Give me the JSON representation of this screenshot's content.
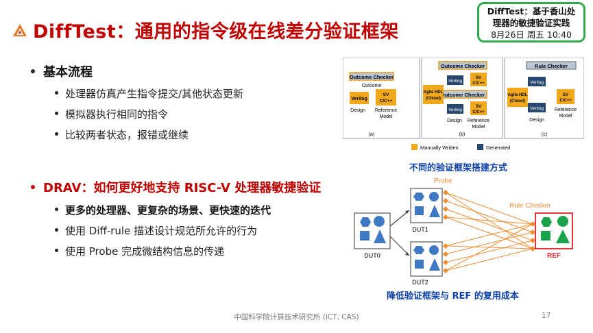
{
  "slide": {
    "title": "DiffTest：通用的指令级在线差分验证框架",
    "badge": {
      "line1": "DiffTest：基于香山处",
      "line2": "理器的敏捷验证实践",
      "date": "8月26日 周五 10:40"
    },
    "section1": {
      "heading": "基本流程",
      "items": [
        "处理器仿真产生指令提交/其他状态更新",
        "模拟器执行相同的指令",
        "比较两者状态，报错或继续"
      ]
    },
    "section2": {
      "heading": "DRAV：如何更好地支持 RISC-V 处理器敏捷验证",
      "items": [
        "更多的处理器、更复杂的场景、更快速的迭代",
        "使用 Diff-rule 描述设计规范所允许的行为",
        "使用 Probe 完成微结构信息的传递"
      ]
    },
    "figure1": {
      "caption": "不同的验证框架搭建方式",
      "panel_a": {
        "checker": "Outcome Checker",
        "outcome": "Outcome",
        "verilog": "Verilog",
        "ref": "SV C/C++",
        "design": "Design",
        "reference": "Reference Model",
        "label": "(a)"
      },
      "panel_b": {
        "checker": "Outcome Checker",
        "agile": "Agile HDL (Chisel)",
        "verilog": "Verilog",
        "ref": "SV C/C++",
        "design": "Design",
        "reference": "Reference Model",
        "label": "(b)"
      },
      "panel_c": {
        "checker": "Rule Checker",
        "agile": "Agile HDL (Chisel)",
        "verilog": "Verilog",
        "ref": "SV C/C++",
        "design": "Design",
        "reference": "Reference Model",
        "label": "(c)"
      },
      "legend": {
        "manual": "Manually Written",
        "generated": "Generated"
      },
      "colors": {
        "manual": "#f2a81d",
        "generated": "#27476e",
        "checker_bg": "#b9c6d8"
      }
    },
    "figure2": {
      "caption": "降低验证框架与 REF 的复用成本",
      "probe": "Probe",
      "rule_checker": "Rule Checker",
      "dut0": "DUT0",
      "dut1": "DUT1",
      "dut2": "DUT2",
      "ref": "REF",
      "colors": {
        "dut": "#3f79c4",
        "ref": "#17a34a",
        "probe": "#f08c32",
        "ref_border": "#e0202a"
      }
    },
    "footer": "中国科学院计算技术研究所 (ICT, CAS)",
    "page_number": "17"
  }
}
